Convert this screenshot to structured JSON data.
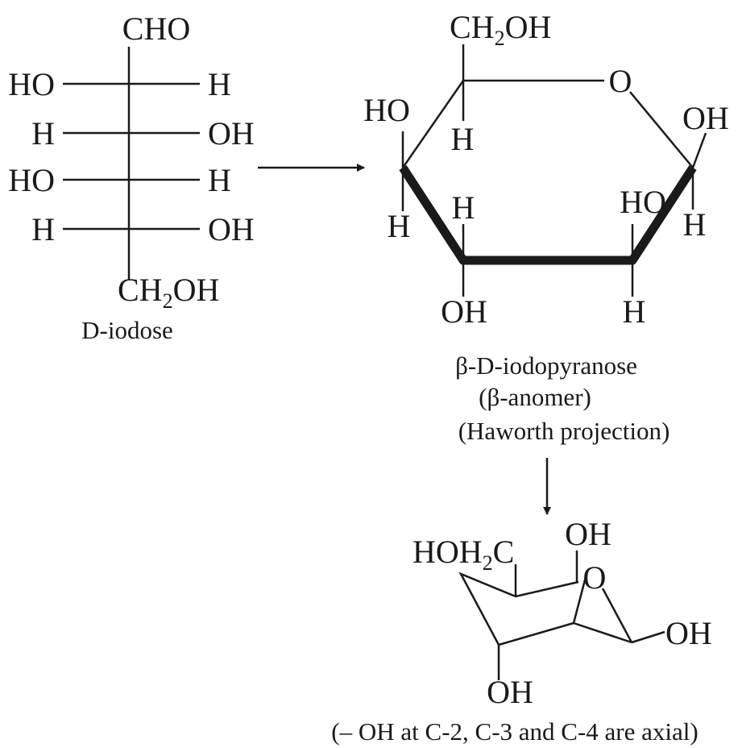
{
  "fischer": {
    "top": "CHO",
    "rows": [
      {
        "left": "HO",
        "right": "H"
      },
      {
        "left": "H",
        "right": "OH"
      },
      {
        "left": "HO",
        "right": "H"
      },
      {
        "left": "H",
        "right": "OH"
      }
    ],
    "bottom_main": "CH",
    "bottom_sub": "2",
    "bottom_tail": "OH",
    "caption": "D-iodose"
  },
  "haworth": {
    "ch2oh_main": "CH",
    "ch2oh_sub": "2",
    "ch2oh_tail": "OH",
    "ring_o": "O",
    "c1_oh": "OH",
    "c1_h": "H",
    "c4_ho": "HO",
    "c4_h": "H",
    "c5_h": "H",
    "c3_h": "H",
    "c3_oh": "OH",
    "c2_ho": "HO",
    "c2_h": "H",
    "caption_lines": [
      "β-D-iodopyranose",
      "(β-anomer)",
      "(Haworth projection)"
    ]
  },
  "chair": {
    "hoh2c_main": "HOH",
    "hoh2c_sub": "2",
    "hoh2c_tail": "C",
    "top_oh": "OH",
    "ring_o": "O",
    "right_oh": "OH",
    "bottom_oh": "OH",
    "note": "(– OH at C-2, C-3 and C-4 are axial)"
  }
}
